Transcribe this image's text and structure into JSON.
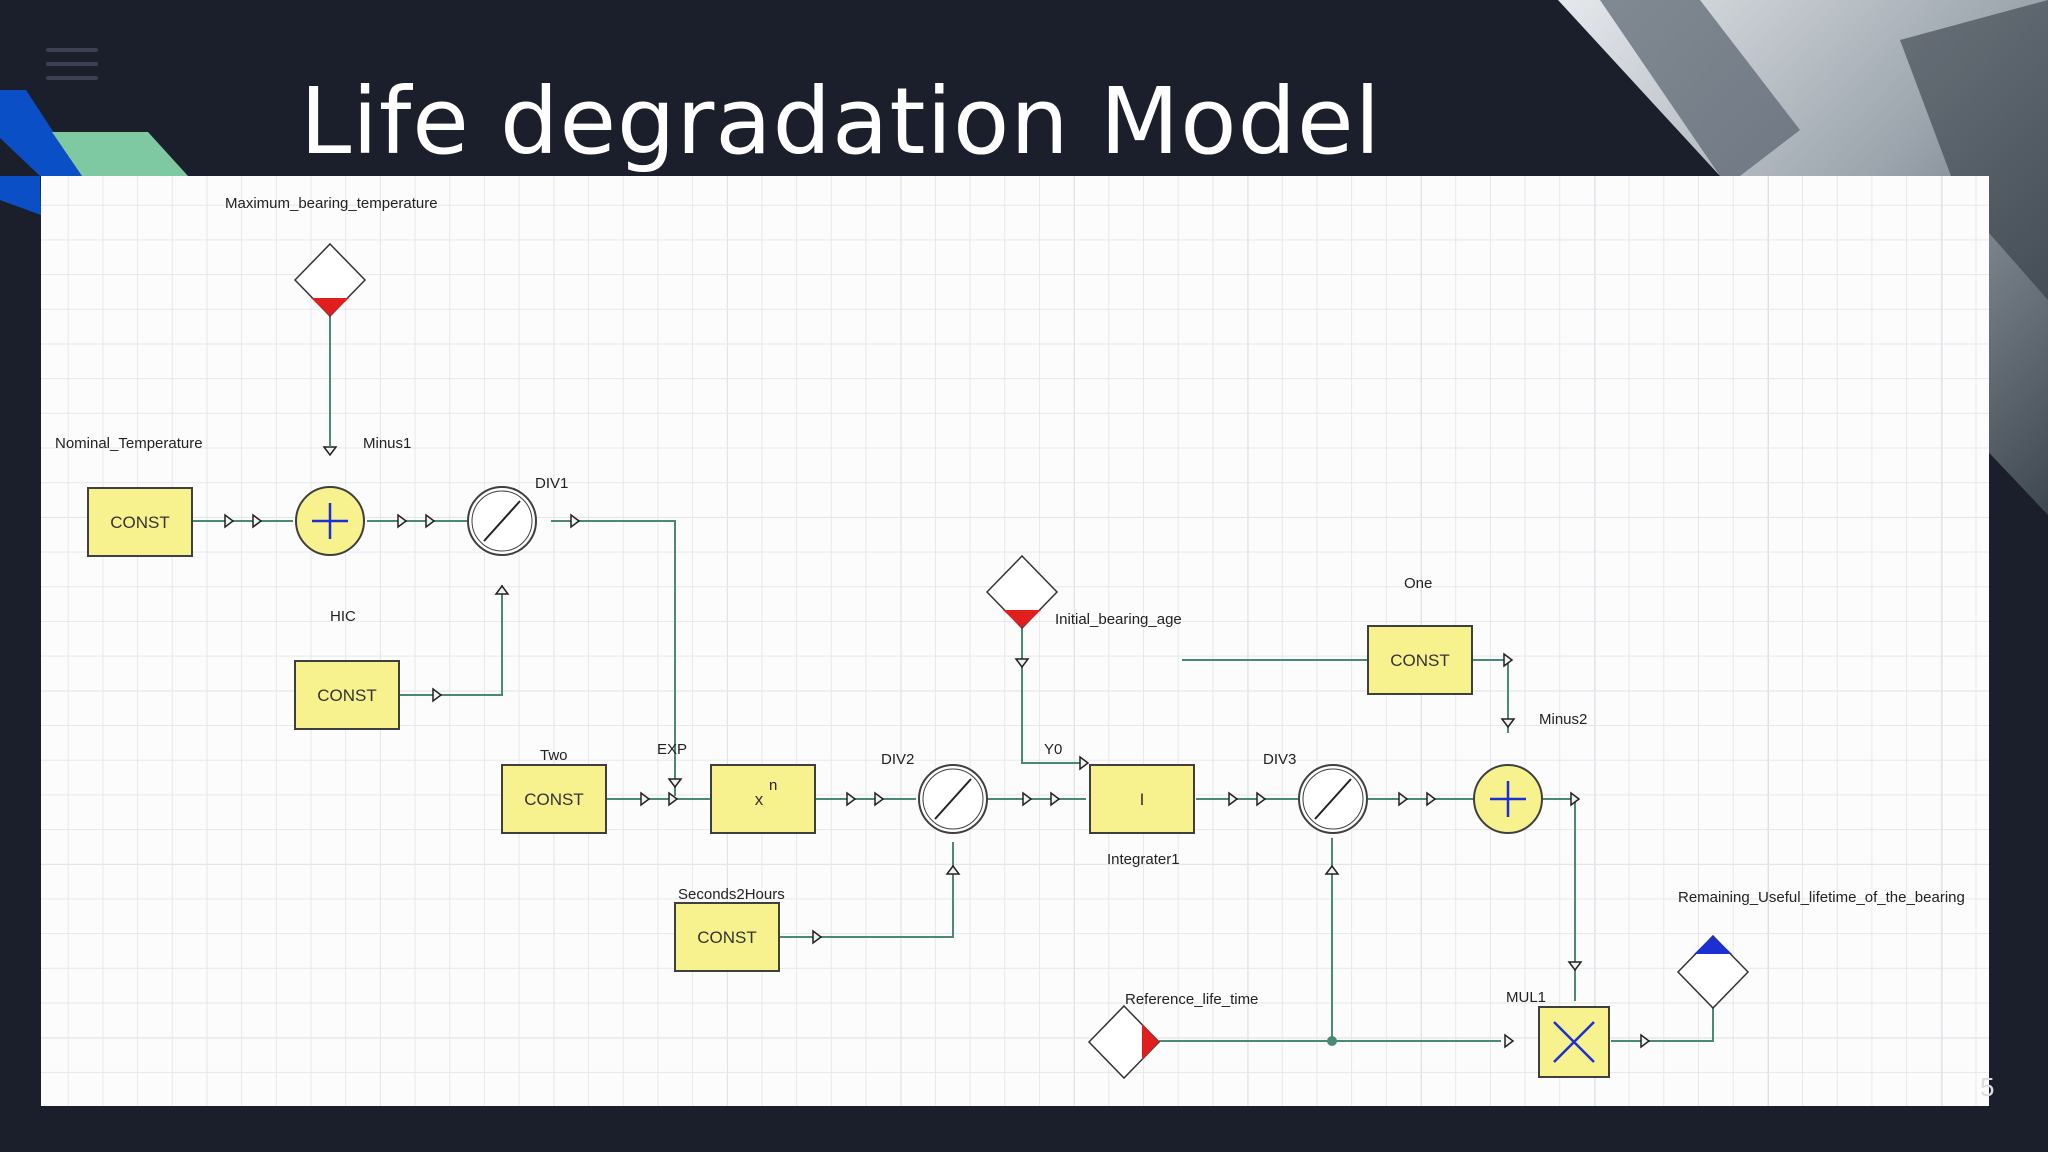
{
  "slide": {
    "title": "Life degradation Model",
    "slide_number": "5"
  },
  "colors": {
    "background": "#1b1f2b",
    "block_fill": "#f7f28d",
    "block_border": "#3f3f3f",
    "wire": "#4a8a73",
    "port_red": "#e01e1e",
    "port_blue": "#1c2fd3",
    "accent_blue": "#0b4fc6",
    "accent_green": "#7ec8a2"
  },
  "diagram": {
    "labels": {
      "max_temp": "Maximum_bearing_temperature",
      "nominal_temp": "Nominal_Temperature",
      "minus1": "Minus1",
      "div1": "DIV1",
      "hic": "HIC",
      "initial_age": "Initial_bearing_age",
      "one": "One",
      "minus2": "Minus2",
      "two": "Two",
      "exp": "EXP",
      "div2": "DIV2",
      "y0": "Y0",
      "div3": "DIV3",
      "integrator": "Integrater1",
      "seconds2hours": "Seconds2Hours",
      "remaining": "Remaining_Useful_lifetime_of_the_bearing",
      "reference": "Reference_life_time",
      "mul1": "MUL1"
    },
    "block_text": {
      "const": "CONST",
      "integrator": "I",
      "power_base": "x",
      "power_exp": "n"
    },
    "operators": {
      "sum": "sum-operator",
      "divide": "divide-operator",
      "multiply": "multiply-operator"
    }
  }
}
